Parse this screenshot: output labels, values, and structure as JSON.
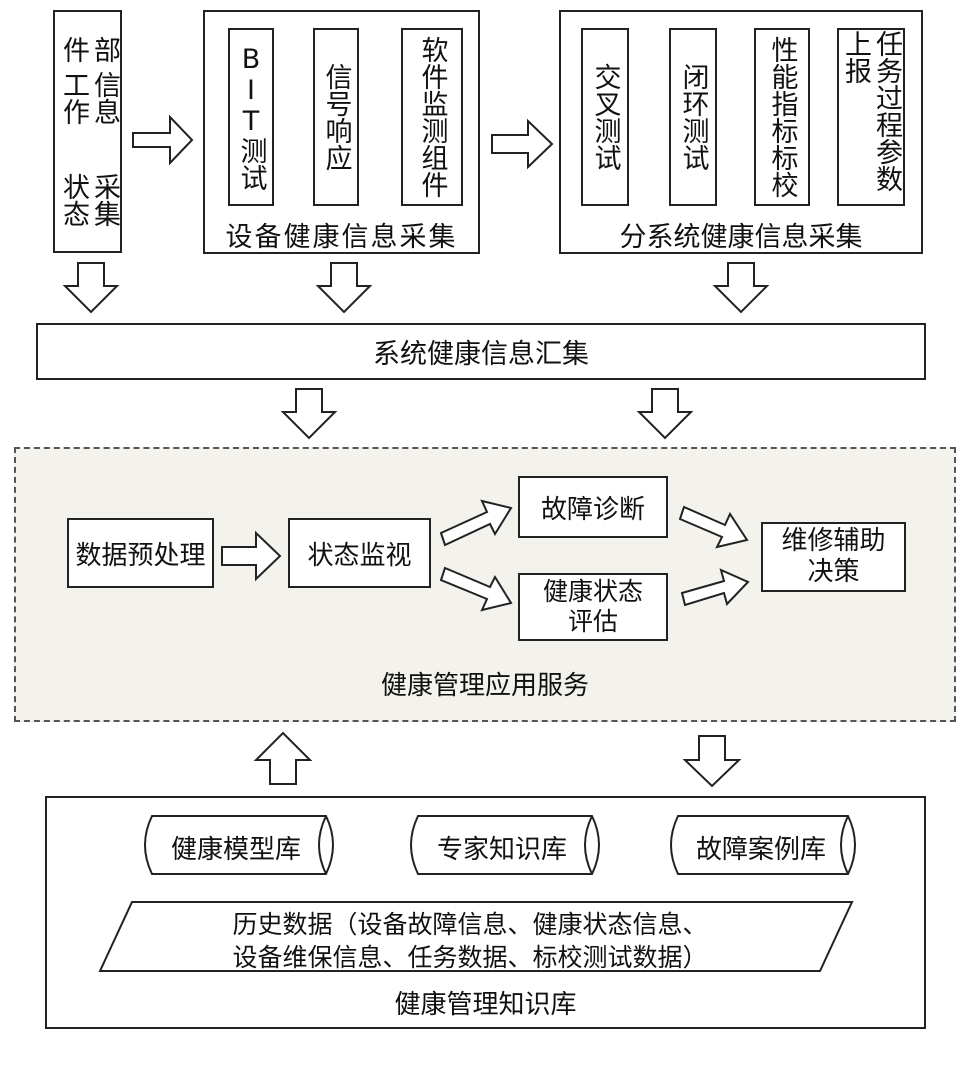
{
  "top": {
    "component": {
      "lines": [
        "部件",
        "信息工作",
        "采集状态"
      ]
    },
    "device": {
      "title": "设备健康信息采集",
      "items": [
        "BIT测试",
        "信号响应",
        "软件监测组件"
      ]
    },
    "subsystem": {
      "title": "分系统健康信息采集",
      "items": [
        "交叉测试",
        "闭环测试",
        "性能指标标校",
        "任务过程参数上报"
      ]
    }
  },
  "aggregate": {
    "label": "系统健康信息汇集"
  },
  "service": {
    "title": "健康管理应用服务",
    "preprocess": "数据预处理",
    "monitor": "状态监视",
    "diagnosis": "故障诊断",
    "assessment": "健康状态评估",
    "maintenance": "维修辅助决策"
  },
  "knowledge": {
    "title": "健康管理知识库",
    "dbs": [
      "健康模型库",
      "专家知识库",
      "故障案例库"
    ],
    "history_line1": "历史数据（设备故障信息、健康状态信息、",
    "history_line2": "设备维保信息、任务数据、标校测试数据）"
  }
}
